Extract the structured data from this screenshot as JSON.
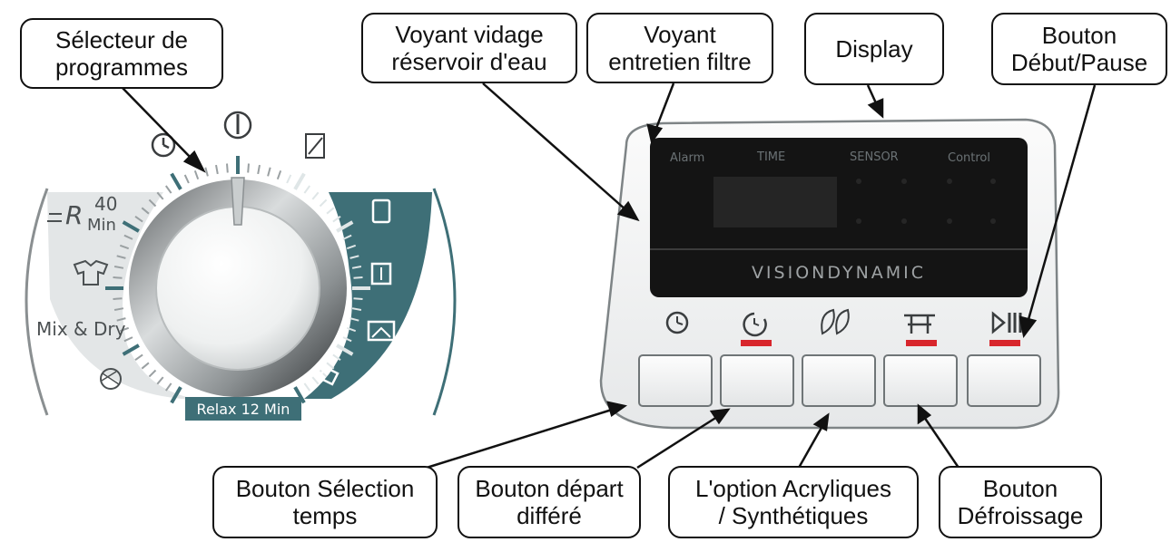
{
  "callouts": {
    "program_selector": [
      "Sélecteur de",
      "programmes"
    ],
    "tank_light": [
      "Voyant vidage",
      "réservoir d'eau"
    ],
    "filter_light": [
      "Voyant",
      "entretien filtre"
    ],
    "display": [
      "Display"
    ],
    "start_pause": [
      "Bouton",
      "Début/Pause"
    ],
    "time_select": [
      "Bouton Sélection",
      "temps"
    ],
    "delay_start": [
      "Bouton départ",
      "différé"
    ],
    "acrylic_option": [
      "L'option  Acryliques",
      "/ Synthétiques"
    ],
    "anti_crease": [
      "Bouton",
      "Défroissage"
    ]
  },
  "dial": {
    "left_labels": {
      "r_label": "R",
      "min40_top": "40",
      "min40_bottom": "Min",
      "mix_dry": "Mix & Dry"
    },
    "right_labels": {
      "relax": "Relax 12 Min"
    },
    "icons": [
      "clock-icon",
      "power-icon",
      "laundry-icon",
      "cupboard-icon",
      "iron-icon",
      "hanger-icon",
      "shirt-icon",
      "wool-icon"
    ]
  },
  "panel": {
    "labels": {
      "alarm": "Alarm",
      "time": "TIME",
      "sensor": "SENSOR",
      "control": "Control"
    },
    "brand": "VISIONDYNAMIC",
    "buttons": [
      "timer-icon",
      "delay-start-icon",
      "leaf-icon",
      "anti-crease-icon",
      "play-pause-icon"
    ],
    "indicator_color": "#d8262c"
  },
  "colors": {
    "accent_teal": "#3e6f77",
    "panel_dark": "#141414"
  }
}
